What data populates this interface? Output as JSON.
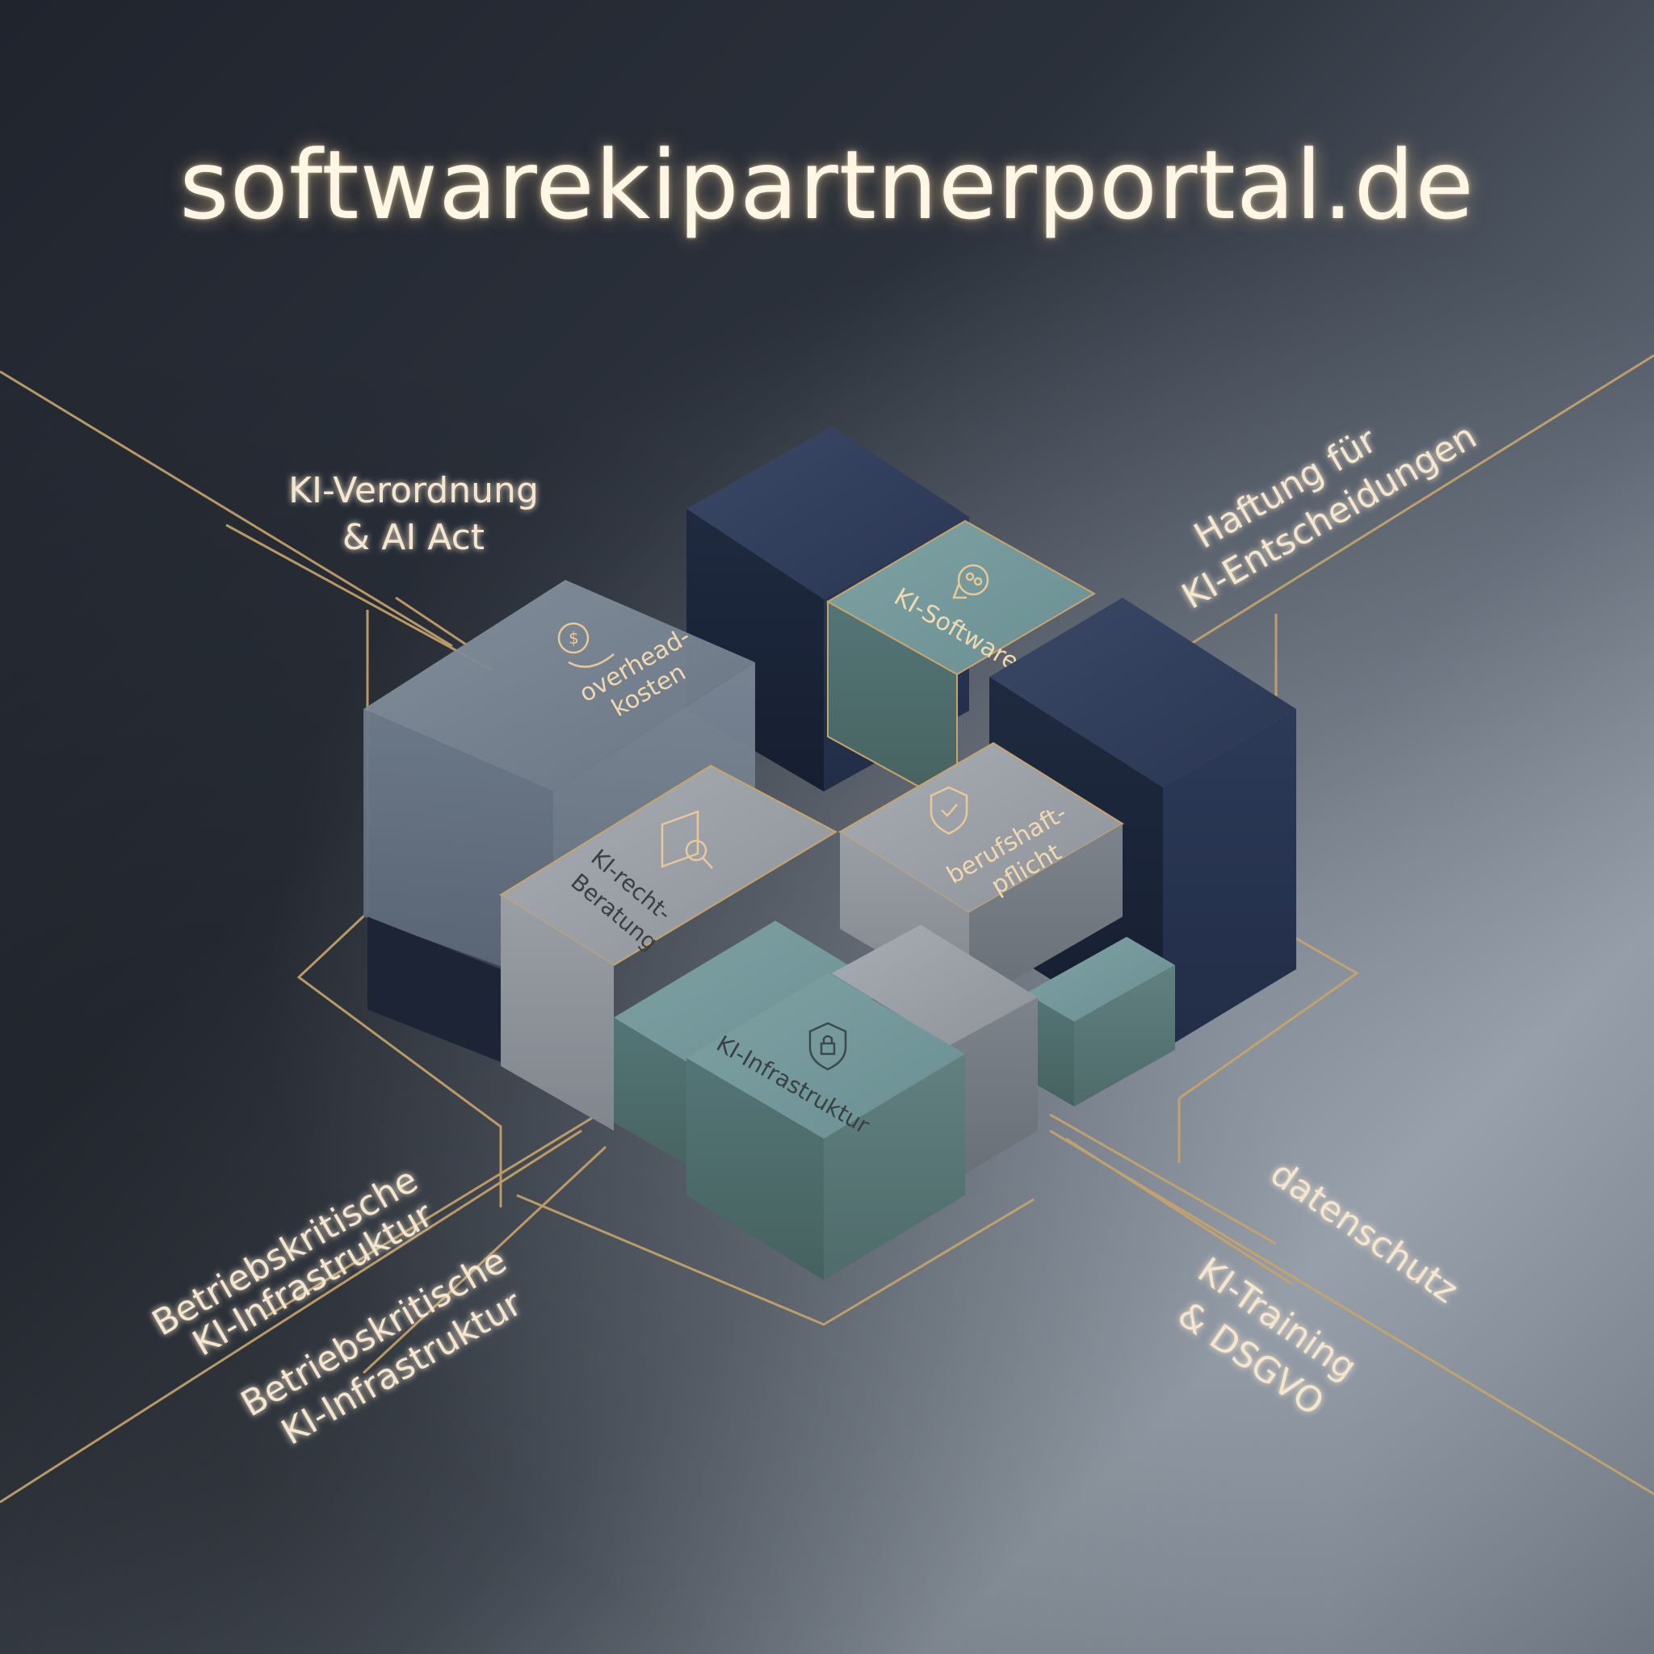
{
  "title": "softwarekipartnerportal.de",
  "colors": {
    "gold": "#c9a46a",
    "label": "#f5e6cf",
    "navy": "#2c3a57",
    "teal": "#6f9498",
    "steel": "#8e949c"
  },
  "labels": {
    "top_left_line1": "KI-Verordnung",
    "top_left_line2": "& AI Act",
    "top_right_line1": "Haftung für",
    "top_right_line2": "KI-Entscheidungen",
    "bottom_left_a_line1": "Betriebskritische",
    "bottom_left_a_line2": "KI-Infrastruktur",
    "bottom_left_b_line1": "Betriebskritische",
    "bottom_left_b_line2": "KI-Infrastruktur",
    "bottom_right_a": "datenschutz",
    "bottom_right_b_line1": "KI-Training",
    "bottom_right_b_line2": "& DSGVO"
  },
  "blocks": {
    "glass_line1": "overhead-",
    "glass_line2": "kosten",
    "glass_icon": "hand-coin-icon",
    "software": "KI-Software",
    "software_icon": "brain-head-icon",
    "recht_line1": "KI-recht-",
    "recht_line2": "Beratung",
    "recht_icon": "document-search-icon",
    "beruf_line1": "berufshaft-",
    "beruf_line2": "pflicht",
    "beruf_icon": "shield-check-icon",
    "infra": "KI-Infrastruktur",
    "infra_icon": "shield-lock-icon"
  }
}
